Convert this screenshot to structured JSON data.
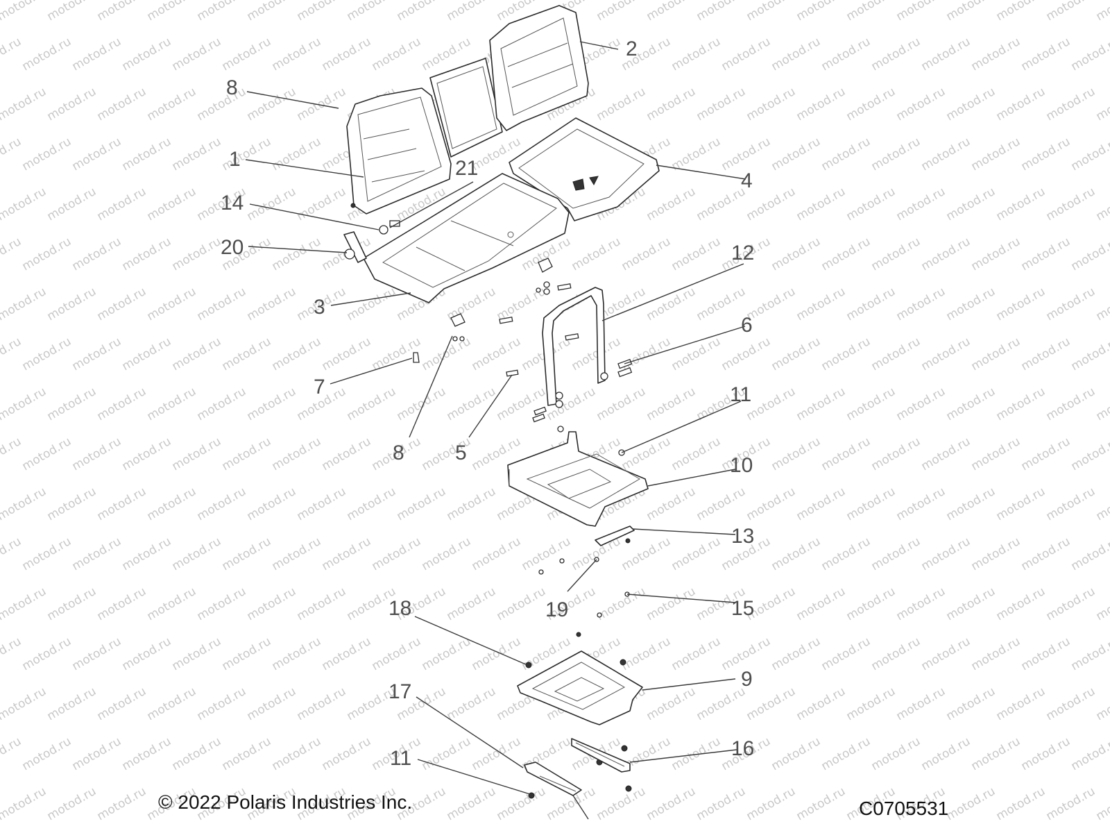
{
  "watermark": "motod.ru",
  "copyright": "© 2022 Polaris Industries Inc.",
  "diagram_code": "C0705531",
  "callouts": [
    {
      "id": "c1",
      "label": "1"
    },
    {
      "id": "c2",
      "label": "2"
    },
    {
      "id": "c3",
      "label": "3"
    },
    {
      "id": "c4",
      "label": "4"
    },
    {
      "id": "c5",
      "label": "5"
    },
    {
      "id": "c6",
      "label": "6"
    },
    {
      "id": "c7",
      "label": "7"
    },
    {
      "id": "c8a",
      "label": "8"
    },
    {
      "id": "c8b",
      "label": "8"
    },
    {
      "id": "c9",
      "label": "9"
    },
    {
      "id": "c10",
      "label": "10"
    },
    {
      "id": "c11a",
      "label": "11"
    },
    {
      "id": "c11b",
      "label": "11"
    },
    {
      "id": "c12",
      "label": "12"
    },
    {
      "id": "c13",
      "label": "13"
    },
    {
      "id": "c14",
      "label": "14"
    },
    {
      "id": "c15",
      "label": "15"
    },
    {
      "id": "c16",
      "label": "16"
    },
    {
      "id": "c17",
      "label": "17"
    },
    {
      "id": "c18",
      "label": "18"
    },
    {
      "id": "c19",
      "label": "19"
    },
    {
      "id": "c20",
      "label": "20"
    },
    {
      "id": "c21",
      "label": "21"
    }
  ]
}
